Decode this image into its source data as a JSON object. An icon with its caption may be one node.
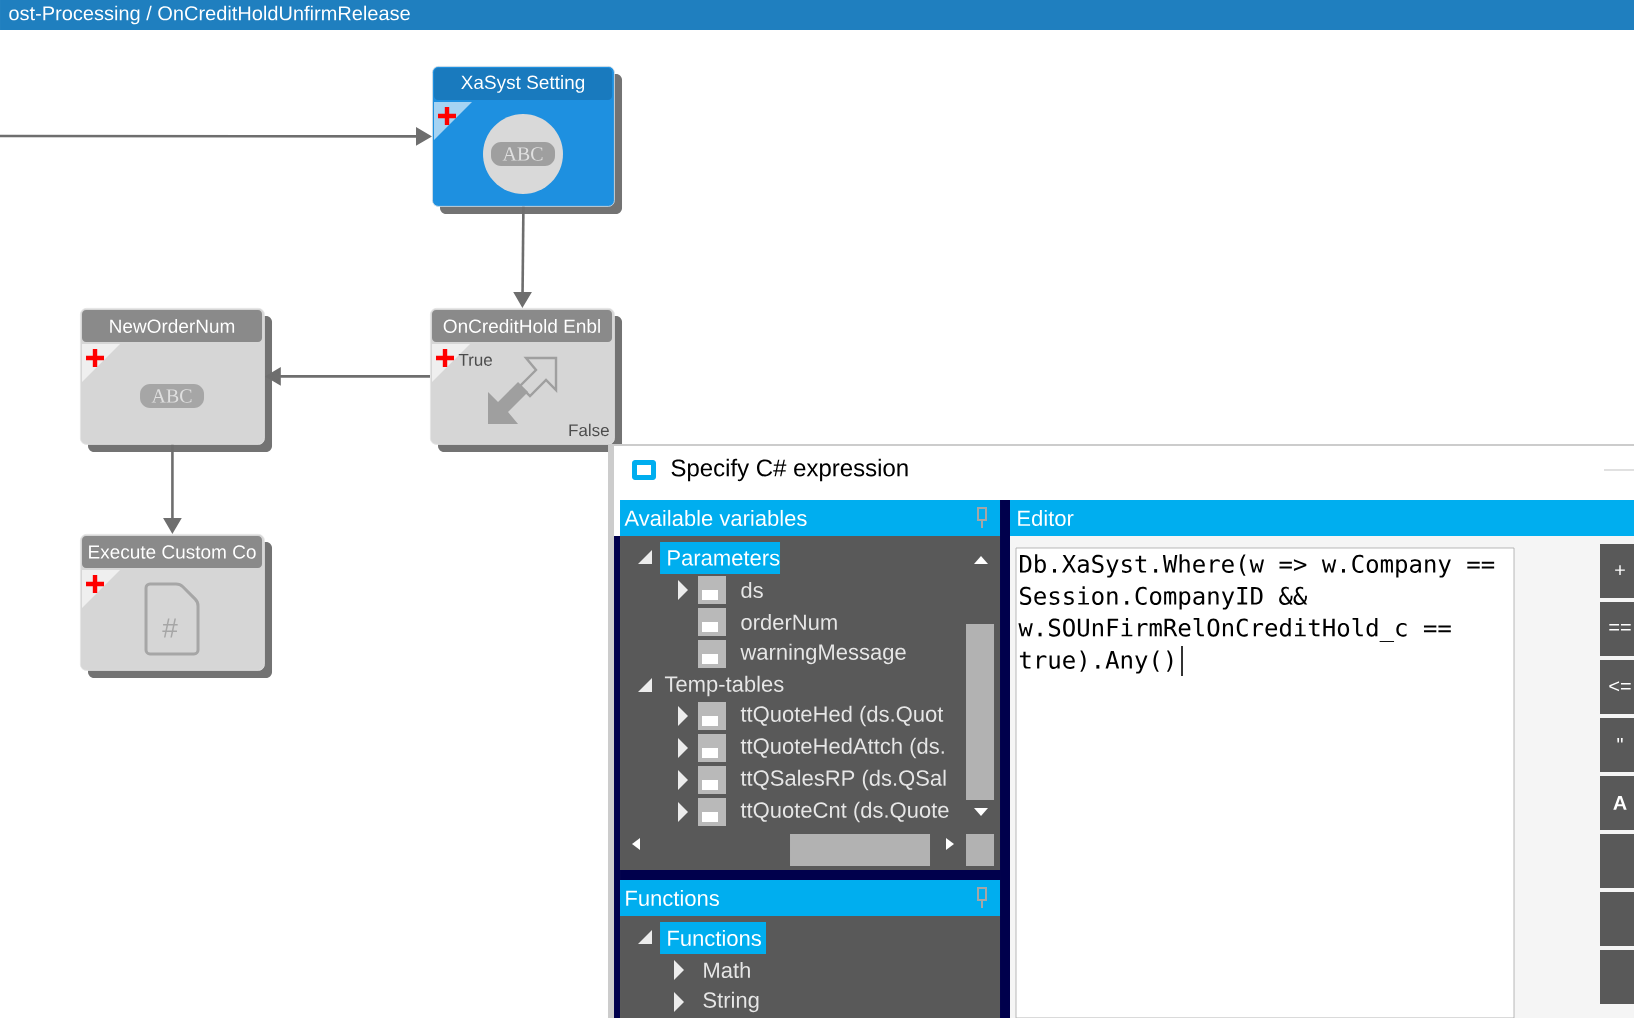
{
  "diagram": {
    "nodes": [
      {
        "text": [
          "XaSyst Setting",
          "ABC"
        ]
      },
      {
        "text": [
          "OnCreditHold Enbl",
          "True",
          "False"
        ]
      },
      {
        "text": [
          "NewOrderNum",
          "ABC"
        ]
      },
      {
        "text": [
          "Execute Custom Co",
          "#"
        ]
      }
    ],
    "edges": [
      {
        "from": null,
        "to": 0,
        "arrow": "to"
      },
      {
        "from": 0,
        "to": 1,
        "arrow": "to"
      },
      {
        "from": 1,
        "to": 2,
        "arrow": "to"
      },
      {
        "from": 2,
        "to": 3,
        "arrow": "to"
      }
    ],
    "labels": [
      "ost-Processing / OnCreditHoldUnfirmRelease",
      "Specify C# expression",
      "Available variables",
      "Parameters",
      "ds",
      "orderNum",
      "warningMessage",
      "Temp-tables",
      "ttQuoteHed (ds.Quot",
      "ttQuoteHedAttch (ds.",
      "ttQSalesRP (ds.QSal",
      "ttQuoteCnt (ds.Quote",
      "Functions",
      "Functions",
      "Math",
      "String",
      "Editor",
      "Db.XaSyst.Where(w => w.Company ==",
      "Session.CompanyID &&",
      "w.SOUnFirmRelOnCreditHold_c ==",
      "true).Any()",
      "+",
      "==",
      "<=",
      "\"",
      "A"
    ]
  }
}
